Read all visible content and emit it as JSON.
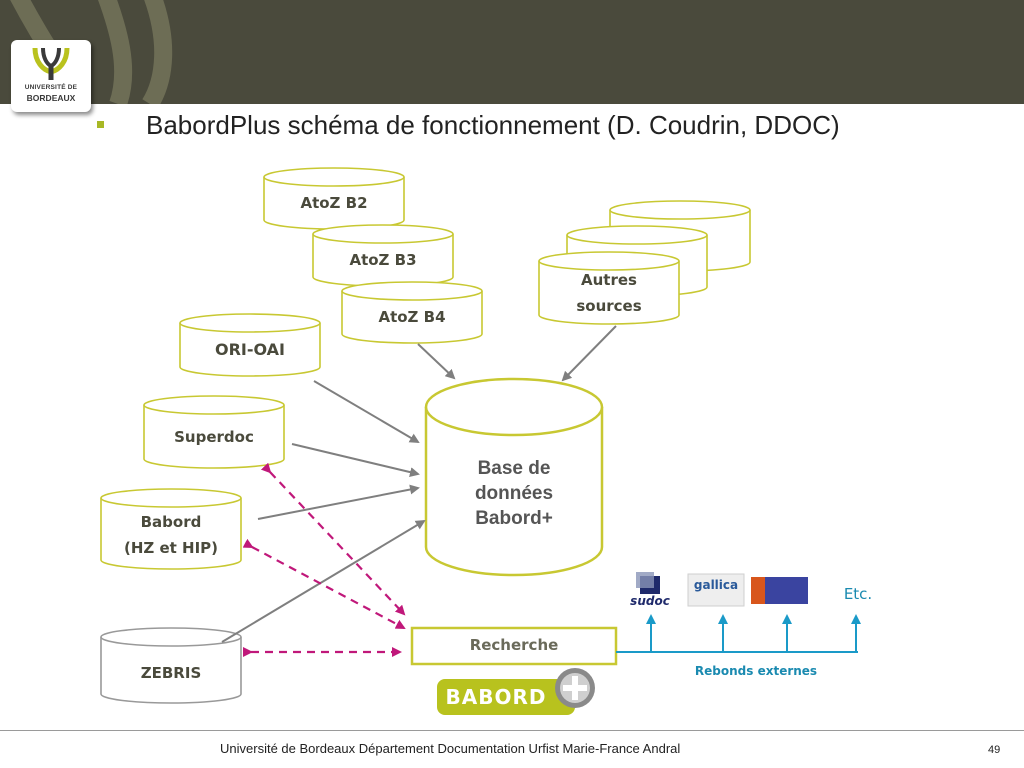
{
  "header": {
    "university_line1": "UNIVERSITÉ DE",
    "university_line2": "BORDEAUX",
    "title": "BabordPlus schéma de fonctionnement (D. Coudrin, DDOC)"
  },
  "sources": {
    "atoz_b2": "AtoZ B2",
    "atoz_b3": "AtoZ B3",
    "atoz_b4": "AtoZ B4",
    "autres_line1": "Autres",
    "autres_line2": "sources",
    "ori_oai": "ORI-OAI",
    "superdoc": "Superdoc",
    "babord_line1": "Babord",
    "babord_line2": "(HZ et HIP)",
    "zebris": "ZEBRIS"
  },
  "central_db": {
    "line1": "Base de",
    "line2": "données",
    "line3": "Babord+"
  },
  "search": {
    "label": "Recherche",
    "babord_logo": "BABORD"
  },
  "external": {
    "sudoc": "sudoc",
    "gallica": "gallica",
    "etc": "Etc.",
    "rebonds": "Rebonds externes"
  },
  "footer": {
    "text": "Université de Bordeaux   Département Documentation   Urfist   Marie-France Andral",
    "page": "49"
  },
  "colors": {
    "header_bg": "#4a4a3c",
    "cylinder_stroke": "#c8c832",
    "zebris_stroke": "#999999",
    "arrow_grey": "#7f7f7f",
    "arrow_magenta": "#c0187a",
    "arrow_blue": "#1a9ac8",
    "bullet": "#a8b825"
  }
}
